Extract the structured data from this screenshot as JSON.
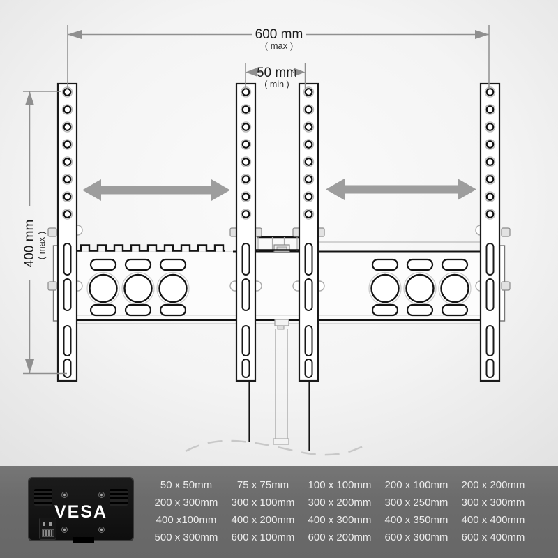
{
  "diagram": {
    "dim_width": {
      "value": "600 mm",
      "qualifier": "( max )"
    },
    "dim_center": {
      "value": "50 mm",
      "qualifier": "( min )"
    },
    "dim_height": {
      "value": "400 mm",
      "qualifier": "( max )"
    }
  },
  "vesa_panel": {
    "label": "VESA"
  },
  "vesa_table": {
    "rows": [
      [
        "50 x 50mm",
        "75 x 75mm",
        "100 x 100mm",
        "200 x 100mm",
        "200 x 200mm"
      ],
      [
        "200 x 300mm",
        "300 x 100mm",
        "300 x 200mm",
        "300 x 250mm",
        "300 x 300mm"
      ],
      [
        "400 x100mm",
        "400 x 200mm",
        "400 x 300mm",
        "400 x 350mm",
        "400 x 400mm"
      ],
      [
        "500 x 300mm",
        "600 x 100mm",
        "600 x 200mm",
        "600 x 300mm",
        "600 x 400mm"
      ]
    ]
  },
  "colors": {
    "band_background": "#6e6e6e",
    "table_text": "#ececec",
    "adjust_arrow_gray": "#9d9d9d",
    "dimension_gray": "#8f8f8f",
    "outline_black": "#141414"
  }
}
